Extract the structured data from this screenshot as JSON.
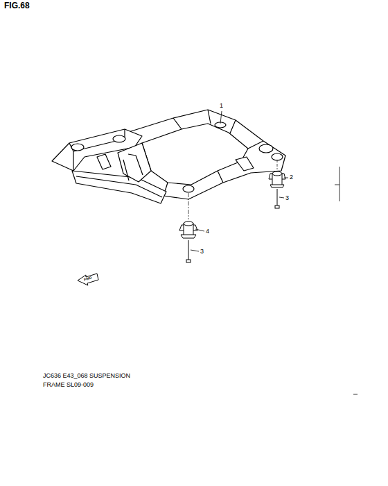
{
  "diagram": {
    "title": "FIG.68",
    "caption": "JC636 E43_068 SUSPENSION FRAME SL09-009",
    "labels": [
      "1",
      "2",
      "3",
      "4",
      "3",
      "FWD"
    ]
  }
}
